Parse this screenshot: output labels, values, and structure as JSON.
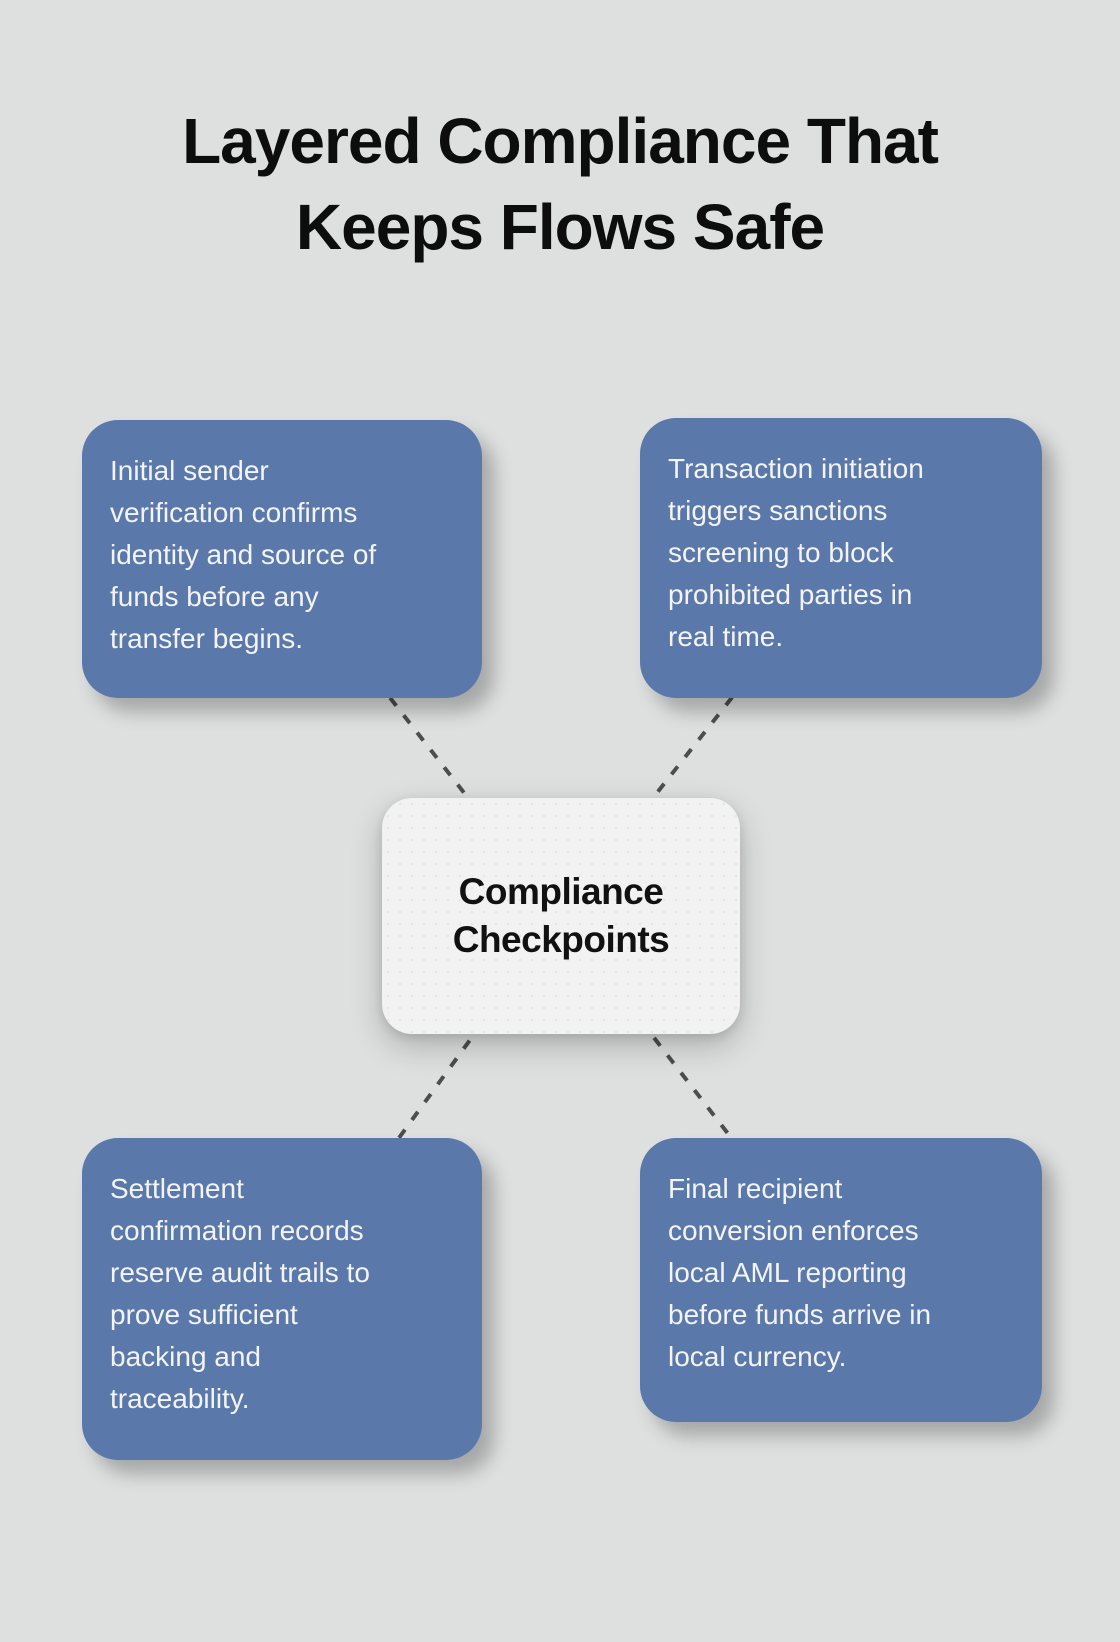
{
  "title": "Layered Compliance That\nKeeps Flows Safe",
  "center": {
    "label": "Compliance\nCheckpoints"
  },
  "nodes": [
    {
      "position": "top-left",
      "text": "Initial sender\nverification confirms\nidentity and source of\nfunds before any\ntransfer begins."
    },
    {
      "position": "top-right",
      "text": "Transaction initiation\ntriggers sanctions\nscreening to block\nprohibited parties in\nreal time."
    },
    {
      "position": "bottom-left",
      "text": "Settlement\nconfirmation records\nreserve audit trails to\nprove sufficient\nbacking and\ntraceability."
    },
    {
      "position": "bottom-right",
      "text": "Final recipient\nconversion enforces\nlocal AML reporting\nbefore funds arrive in\nlocal currency."
    }
  ],
  "colors": {
    "background": "#dde0df",
    "node_fill": "#5b78ab",
    "node_text": "#f2f4f7",
    "center_fill": "#f1f2f1",
    "center_text": "#111111",
    "title_text": "#0d0d0d",
    "connector": "#4c4e4e"
  }
}
